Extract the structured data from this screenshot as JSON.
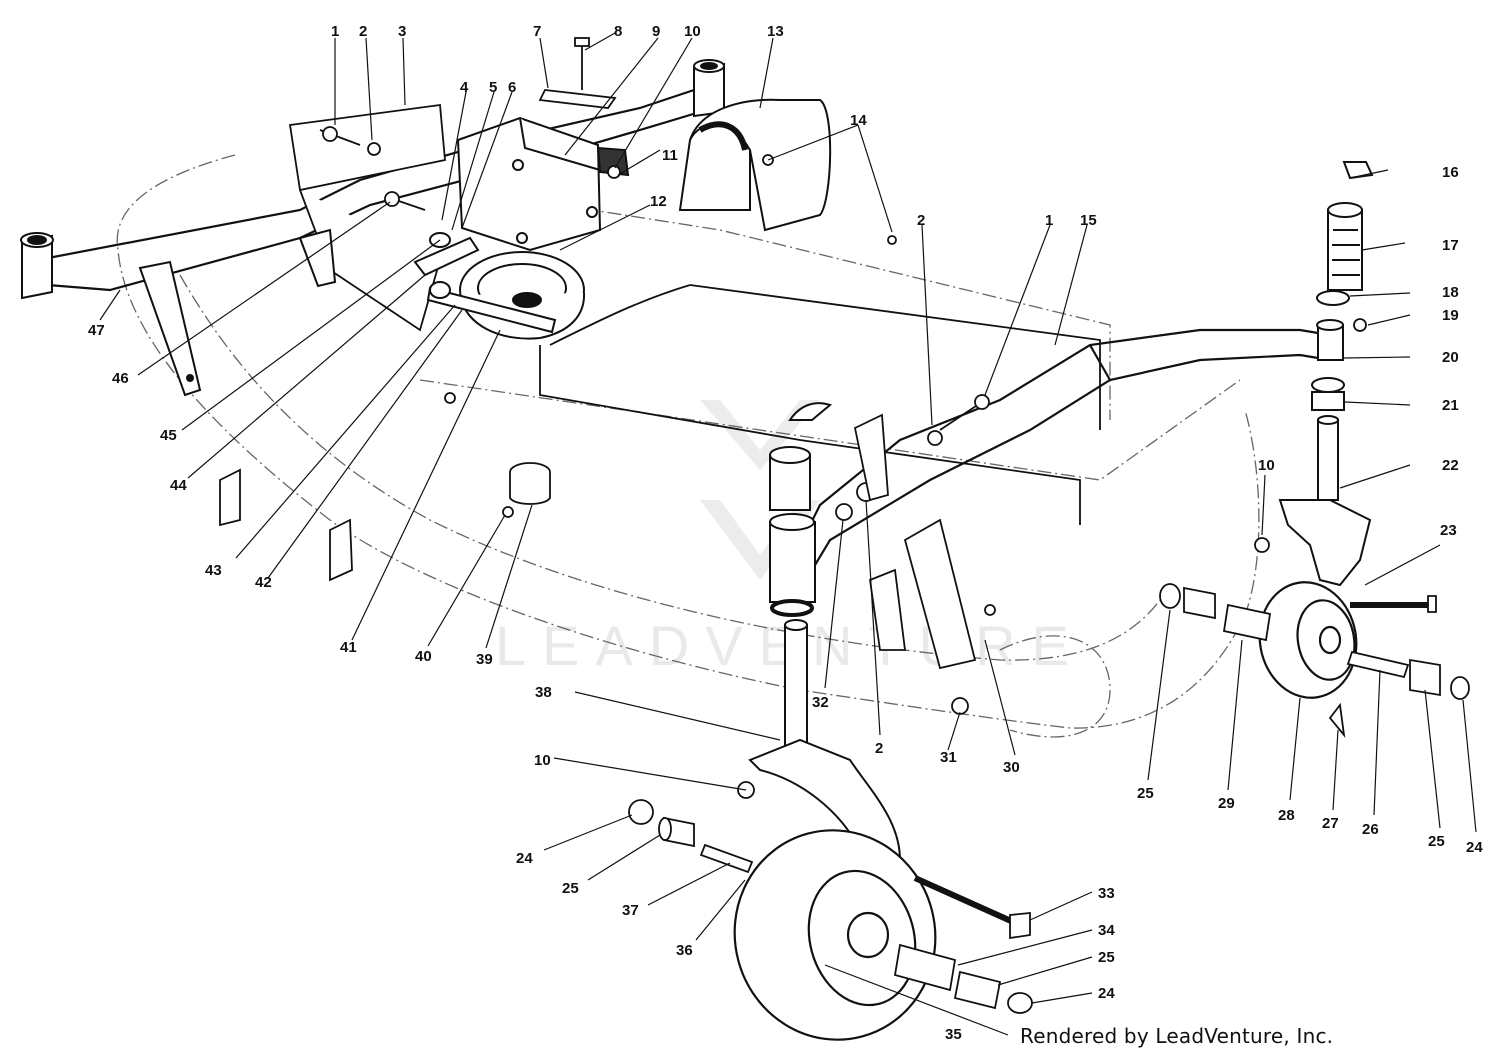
{
  "footer": {
    "credit": "Rendered by LeadVenture, Inc."
  },
  "watermark": {
    "text": "LEADVENTURE"
  },
  "callouts": [
    {
      "id": "c1a",
      "text": "1"
    },
    {
      "id": "c2a",
      "text": "2"
    },
    {
      "id": "c3",
      "text": "3"
    },
    {
      "id": "c4",
      "text": "4"
    },
    {
      "id": "c5",
      "text": "5"
    },
    {
      "id": "c6",
      "text": "6"
    },
    {
      "id": "c7",
      "text": "7"
    },
    {
      "id": "c8",
      "text": "8"
    },
    {
      "id": "c9",
      "text": "9"
    },
    {
      "id": "c10a",
      "text": "10"
    },
    {
      "id": "c11",
      "text": "11"
    },
    {
      "id": "c12",
      "text": "12"
    },
    {
      "id": "c13",
      "text": "13"
    },
    {
      "id": "c14",
      "text": "14"
    },
    {
      "id": "c2b",
      "text": "2"
    },
    {
      "id": "c1b",
      "text": "1"
    },
    {
      "id": "c15",
      "text": "15"
    },
    {
      "id": "c16",
      "text": "16"
    },
    {
      "id": "c17",
      "text": "17"
    },
    {
      "id": "c18",
      "text": "18"
    },
    {
      "id": "c19",
      "text": "19"
    },
    {
      "id": "c20",
      "text": "20"
    },
    {
      "id": "c21",
      "text": "21"
    },
    {
      "id": "c22",
      "text": "22"
    },
    {
      "id": "c10b",
      "text": "10"
    },
    {
      "id": "c23",
      "text": "23"
    },
    {
      "id": "c47",
      "text": "47"
    },
    {
      "id": "c46",
      "text": "46"
    },
    {
      "id": "c45",
      "text": "45"
    },
    {
      "id": "c44",
      "text": "44"
    },
    {
      "id": "c43",
      "text": "43"
    },
    {
      "id": "c42",
      "text": "42"
    },
    {
      "id": "c41",
      "text": "41"
    },
    {
      "id": "c40",
      "text": "40"
    },
    {
      "id": "c39",
      "text": "39"
    },
    {
      "id": "c38",
      "text": "38"
    },
    {
      "id": "c32",
      "text": "32"
    },
    {
      "id": "c2c",
      "text": "2"
    },
    {
      "id": "c31",
      "text": "31"
    },
    {
      "id": "c30",
      "text": "30"
    },
    {
      "id": "c25a",
      "text": "25"
    },
    {
      "id": "c29",
      "text": "29"
    },
    {
      "id": "c28",
      "text": "28"
    },
    {
      "id": "c27",
      "text": "27"
    },
    {
      "id": "c26",
      "text": "26"
    },
    {
      "id": "c25b",
      "text": "25"
    },
    {
      "id": "c24a",
      "text": "24"
    },
    {
      "id": "c10c",
      "text": "10"
    },
    {
      "id": "c24b",
      "text": "24"
    },
    {
      "id": "c25c",
      "text": "25"
    },
    {
      "id": "c37",
      "text": "37"
    },
    {
      "id": "c36",
      "text": "36"
    },
    {
      "id": "c33",
      "text": "33"
    },
    {
      "id": "c34",
      "text": "34"
    },
    {
      "id": "c25d",
      "text": "25"
    },
    {
      "id": "c24c",
      "text": "24"
    },
    {
      "id": "c35",
      "text": "35"
    }
  ]
}
